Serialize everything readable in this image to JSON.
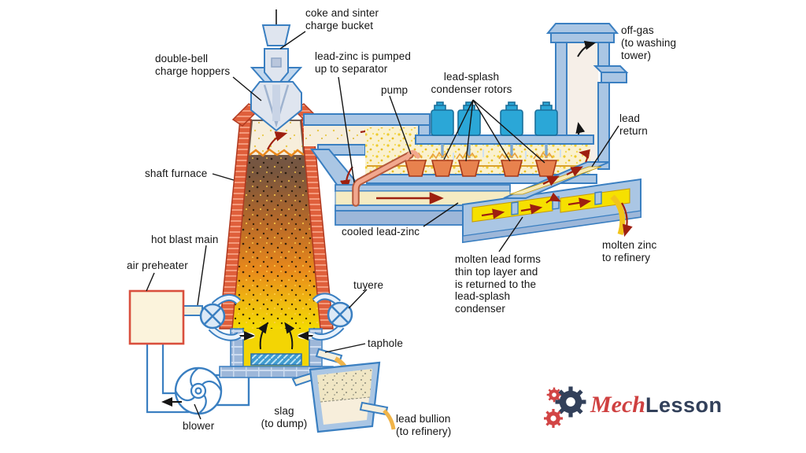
{
  "labels": {
    "coke_bucket": "coke and sinter\ncharge bucket",
    "charge_hoppers": "double-bell\ncharge hoppers",
    "lead_zinc_pumped": "lead-zinc is pumped\nup to separator",
    "pump": "pump",
    "condenser_rotors": "lead-splash\ncondenser rotors",
    "off_gas": "off-gas\n(to washing\ntower)",
    "lead_return": "lead\nreturn",
    "shaft_furnace": "shaft furnace",
    "hot_blast_main": "hot blast main",
    "air_preheater": "air preheater",
    "tuyere": "tuyere",
    "cooled_lead_zinc": "cooled lead-zinc",
    "molten_lead_note": "molten lead forms\nthin top layer and\nis returned to the\nlead-splash\ncondenser",
    "molten_zinc": "molten zinc\nto refinery",
    "taphole": "taphole",
    "slag": "slag\n(to dump)",
    "lead_bullion": "lead bullion\n(to refinery)",
    "blower": "blower"
  },
  "logo": {
    "brand_primary": "Mech",
    "brand_secondary": "Lesson"
  },
  "colors": {
    "outline_blue": "#3a7fc1",
    "light_blue_fill": "#aac6e4",
    "front_face_blue": "#9db7d9",
    "bright_yellow": "#f6e000",
    "pale_liquid": "#f5ebc2",
    "brick_red": "#df5f3b",
    "arrow_red": "#9e1f10",
    "motor_cyan": "#2ba7d7",
    "cup_orange": "#e8824e",
    "pipe_salmon": "#f2a88e",
    "preheater_border": "#d94f3d",
    "logo_red": "#cf4040",
    "logo_navy": "#32405a"
  }
}
